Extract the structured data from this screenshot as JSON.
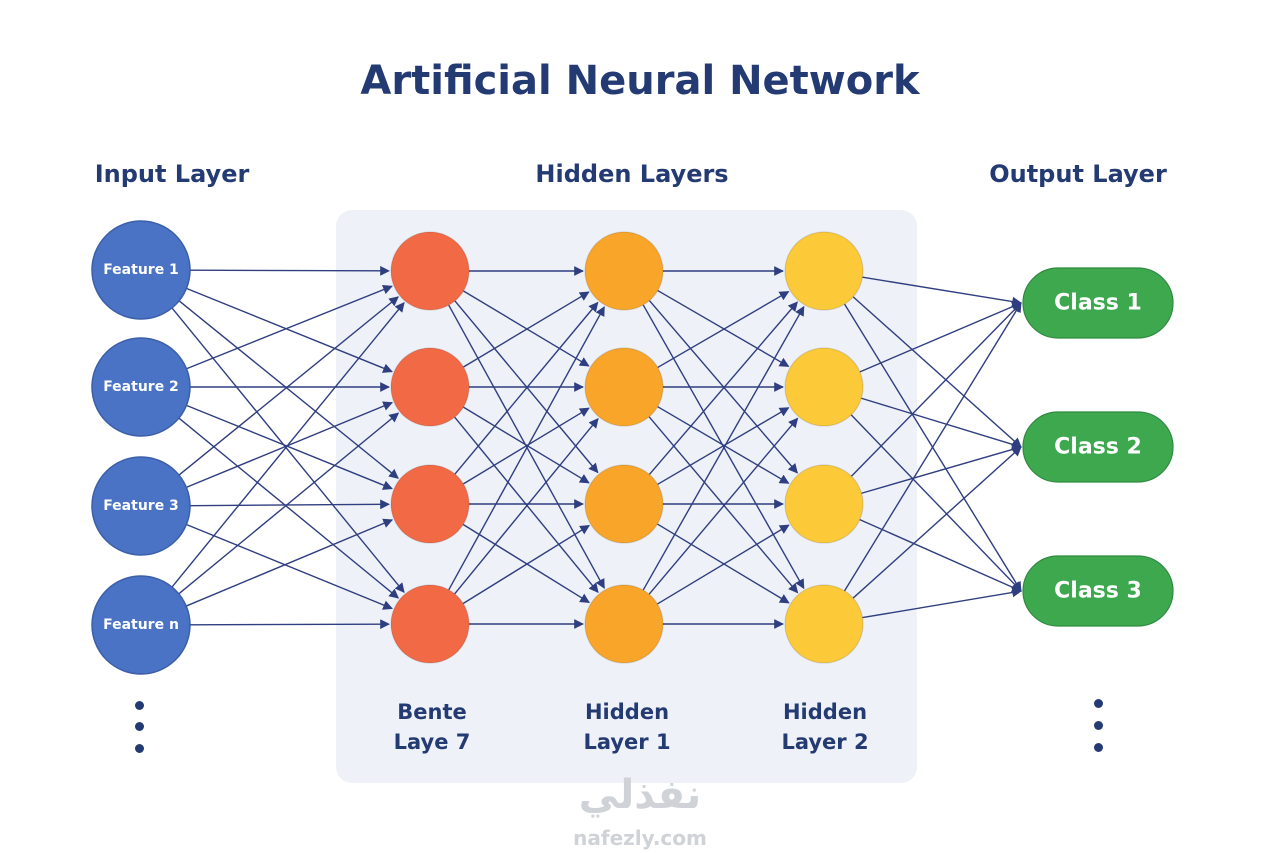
{
  "title": "Artificial Neural Network",
  "layers": {
    "input_heading": "Input Layer",
    "hidden_heading": "Hidden Layers",
    "output_heading": "Output Layer"
  },
  "input_nodes": [
    "Feature 1",
    "Feature 2",
    "Feature 3",
    "Feature n"
  ],
  "hidden_columns": [
    {
      "line1": "Bente",
      "line2": "Laye 7",
      "color": "#f26a45"
    },
    {
      "line1": "Hidden",
      "line2": "Layer 1",
      "color": "#f9a52a"
    },
    {
      "line1": "Hidden",
      "line2": "Layer 2",
      "color": "#fcc938"
    }
  ],
  "output_nodes": [
    "Class 1",
    "Class 2",
    "Class 3"
  ],
  "colors": {
    "title": "#233a73",
    "input_node": "#4a73c6",
    "output_node": "#3ea84f",
    "edge": "#2f3e80",
    "panel": "#eef1f7"
  },
  "watermark": {
    "arabic": "نفذلي",
    "url": "nafezly.com"
  }
}
